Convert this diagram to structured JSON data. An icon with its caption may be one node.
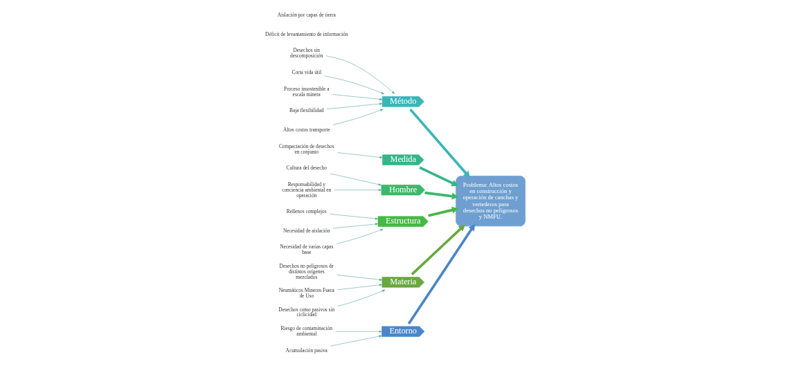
{
  "diagram": {
    "nodes": [
      {
        "text": [
          "Entorno"
        ]
      },
      {
        "text": [
          "Método"
        ]
      },
      {
        "text": [
          "Medida"
        ]
      },
      {
        "text": [
          "Riesgo de contaminación ambiental"
        ]
      },
      {
        "text": [
          "Acumulación pasiva"
        ]
      },
      {
        "text": [
          "Desechos sin descomposición"
        ]
      },
      {
        "text": [
          "Corta vida útil"
        ]
      },
      {
        "text": [
          "Proceso insostenible a escala minera"
        ]
      },
      {
        "text": [
          "Baja flexibilidad"
        ]
      },
      {
        "text": [
          "Altos costos transporte"
        ]
      },
      {
        "text": [
          "Compactación de desechos en conjunto"
        ]
      },
      {
        "text": [
          "Problema: Altos costos en construcción y operación de canchas y vertederos para desechos no peligrosos y NMFU."
        ]
      },
      {
        "text": [
          "Cultura del desecho"
        ]
      },
      {
        "text": [
          "Rellenos complejos"
        ]
      },
      {
        "text": [
          "Desechos no peligrosos de distintos orígenes mezclados"
        ]
      },
      {
        "text": [
          "Responsabilidad y conciencia ambiental en operación"
        ]
      },
      {
        "text": [
          "Necesidad de aislación"
        ]
      },
      {
        "text": [
          "Necesidad de varias capas base"
        ]
      },
      {
        "text": [
          "Neumáticos Mineros Fuera de Uso"
        ]
      },
      {
        "text": [
          "Desechos como pasivos sin ciclicidad"
        ]
      },
      {
        "text": [
          "Hombre"
        ]
      },
      {
        "text": [
          "Estructura"
        ]
      },
      {
        "text": [
          "Materia"
        ]
      }
    ],
    "edges": [
      {
        "from": 3,
        "to": 0,
        "arrow": "to"
      },
      {
        "from": 4,
        "to": 0,
        "arrow": "to"
      },
      {
        "from": 5,
        "to": 1,
        "arrow": "to"
      },
      {
        "from": 6,
        "to": 1,
        "arrow": "to"
      },
      {
        "from": 7,
        "to": 1,
        "arrow": "to"
      },
      {
        "from": 8,
        "to": 1,
        "arrow": "to"
      },
      {
        "from": 9,
        "to": 1,
        "arrow": "to"
      },
      {
        "from": 10,
        "to": 2,
        "arrow": "to"
      },
      {
        "from": 12,
        "to": 20,
        "arrow": "to"
      },
      {
        "from": 15,
        "to": 20,
        "arrow": "to"
      },
      {
        "from": 13,
        "to": 21,
        "arrow": "to"
      },
      {
        "from": 16,
        "to": 21,
        "arrow": "to"
      },
      {
        "from": 17,
        "to": 21,
        "arrow": "to"
      },
      {
        "from": 14,
        "to": 22,
        "arrow": "to"
      },
      {
        "from": 18,
        "to": 22,
        "arrow": "to"
      },
      {
        "from": 19,
        "to": 22,
        "arrow": "to"
      },
      {
        "from": 0,
        "to": 11,
        "arrow": "to",
        "style": "thick",
        "color": "#4a86c8"
      },
      {
        "from": 1,
        "to": 11,
        "arrow": "to",
        "style": "thick",
        "color": "#3ab5b8"
      },
      {
        "from": 2,
        "to": 11,
        "arrow": "to",
        "style": "thick",
        "color": "#36b48a"
      },
      {
        "from": 20,
        "to": 11,
        "arrow": "to",
        "style": "thick",
        "color": "#3cb86a"
      },
      {
        "from": 21,
        "to": 11,
        "arrow": "to",
        "style": "thick",
        "color": "#46b845"
      },
      {
        "from": 22,
        "to": 11,
        "arrow": "to",
        "style": "thick",
        "color": "#6aa840"
      }
    ],
    "labels": [
      "Déficit de levantamiento de información",
      "Aislación por capas de tierra"
    ]
  }
}
